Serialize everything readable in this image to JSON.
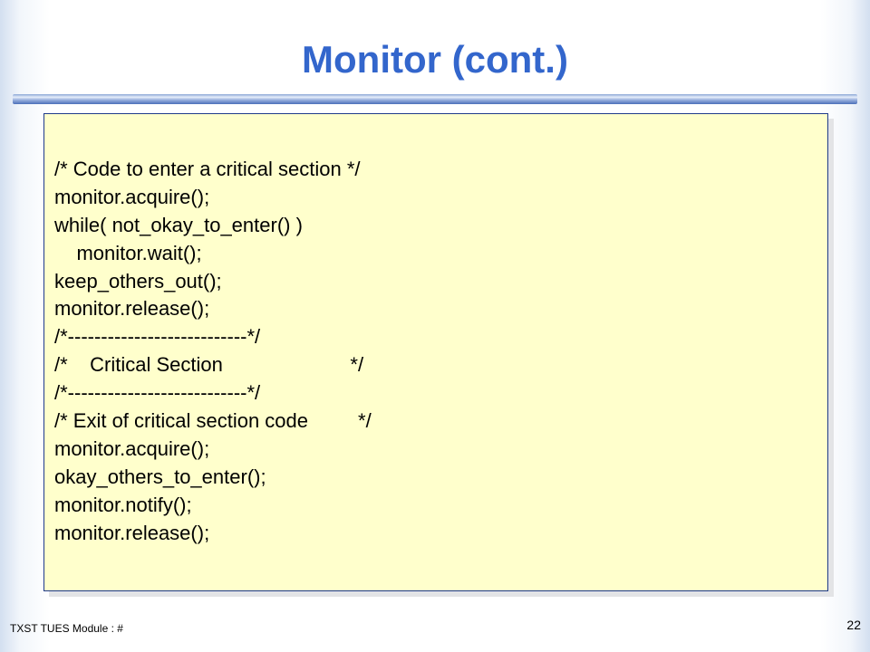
{
  "slide": {
    "title": "Monitor (cont.)",
    "code_lines": [
      "/* Code to enter a critical section */",
      "monitor.acquire();",
      "while( not_okay_to_enter() )",
      "    monitor.wait();",
      "keep_others_out();",
      "monitor.release();",
      "/*---------------------------*/",
      "/*    Critical Section                       */",
      "/*---------------------------*/",
      "/* Exit of critical section code         */",
      "monitor.acquire();",
      "okay_others_to_enter();",
      "monitor.notify();",
      "monitor.release();"
    ],
    "footer": "TXST TUES Module : #",
    "page_number": "22"
  },
  "colors": {
    "title": "#3366cc",
    "code_background": "#ffffcc",
    "code_border": "#1f3a8a"
  }
}
